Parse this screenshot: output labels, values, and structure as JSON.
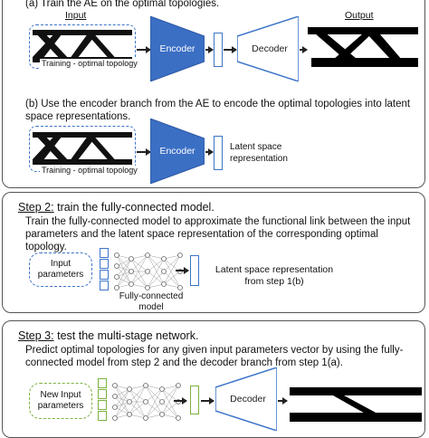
{
  "panel1": {
    "step_a_text": "(a) Train the AE on the optimal topologies.",
    "input_label": "Input",
    "output_label": "Output",
    "training_caption_a": "Training - optimal topology",
    "encoder_label": "Encoder",
    "decoder_label": "Decoder",
    "step_b_text": "(b) Use the encoder branch from the AE to encode the optimal topologies into latent space representations.",
    "training_caption_b": "Training - optimal topology",
    "encoder_label_b": "Encoder",
    "latent_label": "Latent space representation"
  },
  "panel2": {
    "step_prefix": "Step 2:",
    "step_title_rest": " train the fully-connected model.",
    "description": "Train the fully-connected model to approximate the functional link between the input parameters and the latent space representation of the corresponding optimal topology.",
    "input_box_label": "Input parameters",
    "fc_caption": "Fully-connected model",
    "latent_label": "Latent space representation from step 1(b)"
  },
  "panel3": {
    "step_prefix": "Step 3:",
    "step_title_rest": " test the multi-stage network.",
    "description": "Predict optimal topologies for any given input parameters vector by using the fully-connected model from step 2 and the decoder branch from step 1(a).",
    "input_box_label": "New Input parameters",
    "decoder_label": "Decoder"
  },
  "colors": {
    "encoder_fill": "#3b6fc4",
    "blue_outline": "#3c74c8",
    "green_outline": "#7cb241",
    "panel_border": "#555555"
  }
}
